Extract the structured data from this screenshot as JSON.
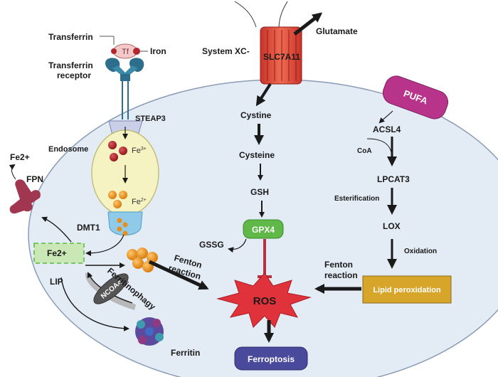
{
  "labels": {
    "transferrin": "Transferrin",
    "tf": "Tf",
    "iron": "Iron",
    "transferrin_receptor_1": "Transferrin",
    "transferrin_receptor_2": "receptor",
    "steap3": "STEAP3",
    "endosome": "Endosome",
    "fe3": "Fe",
    "fe3_sup": "3+",
    "fe2_endo": "Fe",
    "fe2_sup": "2+",
    "fe2_out": "Fe2+",
    "fpn": "FPN",
    "dmt1": "DMT1",
    "fe2_lip": "Fe2+",
    "lip": "LIP",
    "ncoa4": "NCOA4",
    "ferritinophagy": "Ferritinophagy",
    "ferritin": "Ferritin",
    "fenton_left_1": "Fenton",
    "fenton_left_2": "reaction",
    "system_xc": "System XC-",
    "slc7a11": "SLC7A11",
    "glutamate": "Glutamate",
    "cystine": "Cystine",
    "cysteine": "Cysteine",
    "gsh": "GSH",
    "gpx4": "GPX4",
    "gssg": "GSSG",
    "ros": "ROS",
    "ferroptosis": "Ferroptosis",
    "pufa": "PUFA",
    "acsl4": "ACSL4",
    "coa": "CoA",
    "lpcat3": "LPCAT3",
    "esterification": "Esterification",
    "lox": "LOX",
    "oxidation": "Oxidation",
    "fenton_right_1": "Fenton",
    "fenton_right_2": "reaction",
    "lipid_peroxidation": "Lipid peroxidation"
  },
  "colors": {
    "cell_fill": "#e3ebf5",
    "cell_stroke": "#8a9cb5",
    "gpx4": "#5fb847",
    "pufa": "#b8338a",
    "ros": "#e0323a",
    "ferroptosis": "#4a4a9c",
    "lipid_box": "#d6a52a",
    "lip_box": "#c9e8b5",
    "slc7a11": "#e0513f",
    "iron_sphere": "#e68f1d",
    "fe3_sphere": "#b3262b",
    "fpn": "#a0364f"
  }
}
